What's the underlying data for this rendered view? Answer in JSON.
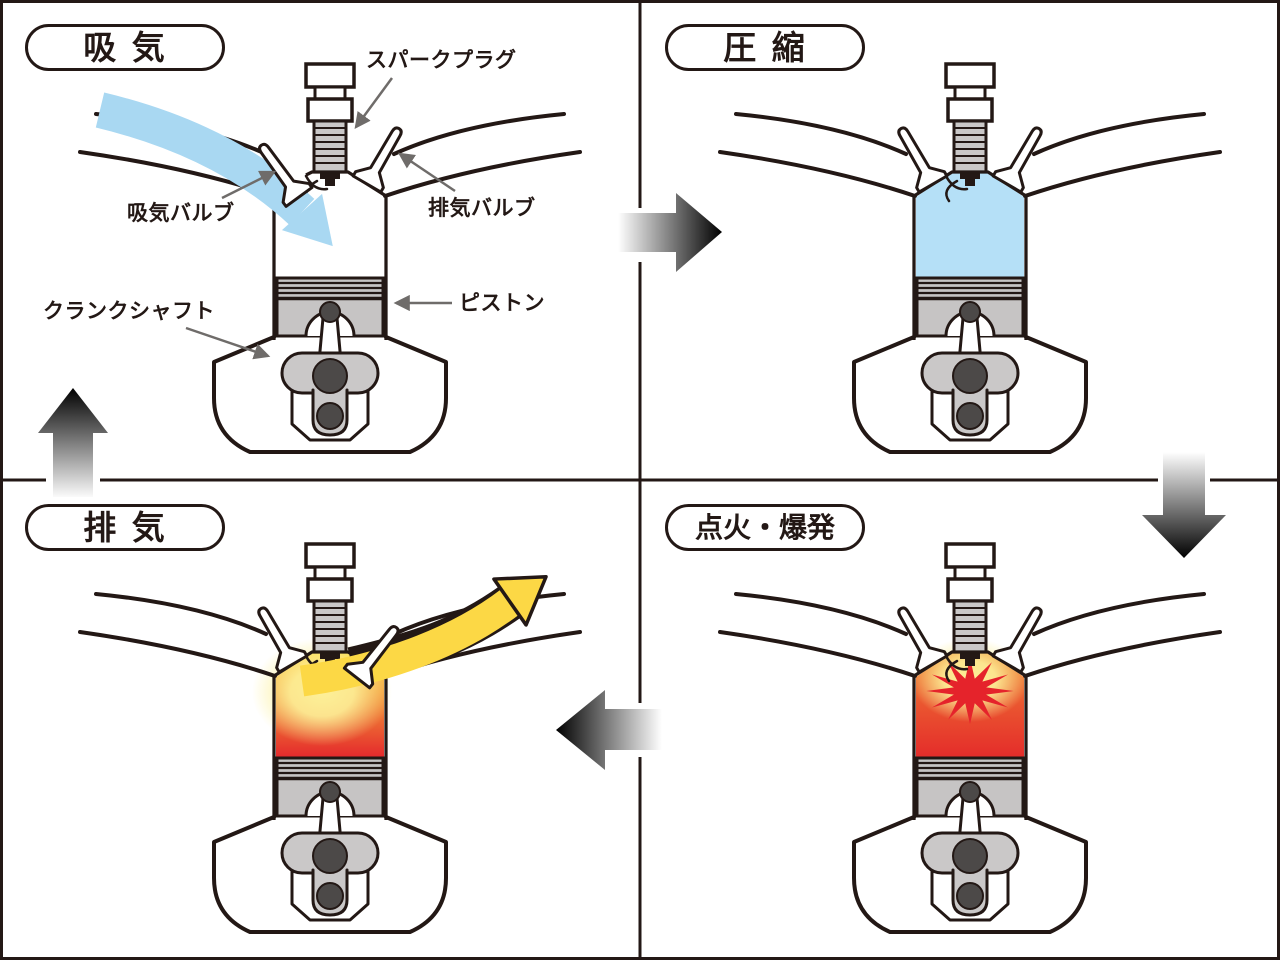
{
  "labels": {
    "intake": "吸 気",
    "compression": "圧 縮",
    "ignition": "点火・爆発",
    "exhaust": "排 気"
  },
  "annotations": {
    "spark_plug": "スパークプラグ",
    "intake_valve": "吸気バルブ",
    "exhaust_valve": "排気バルブ",
    "piston": "ピストン",
    "crankshaft": "クランクシャフト"
  },
  "cycle": {
    "steps": [
      "吸気",
      "圧縮",
      "点火・爆発",
      "排気"
    ]
  },
  "colors": {
    "outline": "#231815",
    "intake_air_blue": "#a9d8f2",
    "compressed_blue": "#b5e0f7",
    "metal_gray": "#c6c4c4",
    "crank_gray": "#cac8c8",
    "dark_metal": "#4c4948",
    "explosion_red": "#e5232b",
    "flame_orange": "#ef8636",
    "flame_yellow": "#fbdf4a",
    "exhaust_arrow_yellow": "#fcd845",
    "leader_gray": "#6f6c6a"
  }
}
